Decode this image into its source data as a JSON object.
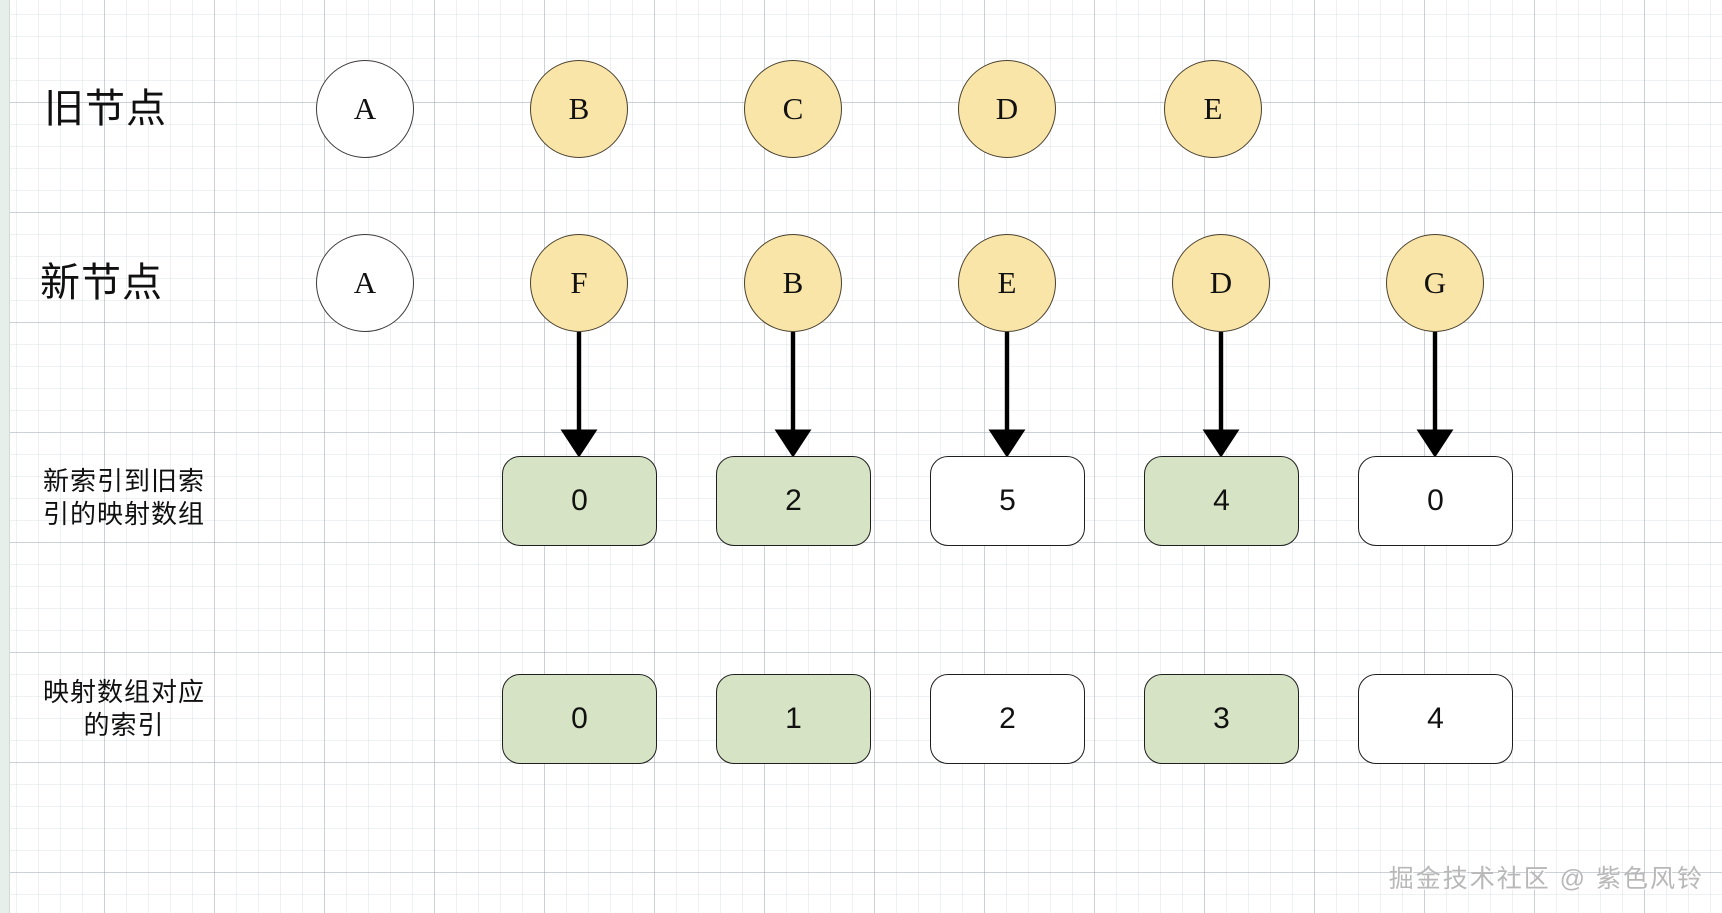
{
  "diagram": {
    "title": "Vue diff algorithm: new-to-old index mapping array",
    "colors": {
      "node_fill": "#fae5a8",
      "node_empty": "#ffffff",
      "cell_green": "#d6e3c4",
      "cell_white": "#ffffff",
      "stroke": "#1f1f1f",
      "grid": "#c3ccd4",
      "gutter": "#e6efe9",
      "watermark": "#b8b8b8"
    },
    "rows": [
      {
        "key": "old-nodes",
        "label": "旧节点",
        "label_size": "big",
        "type": "circles",
        "items": [
          {
            "text": "A",
            "filled": false
          },
          {
            "text": "B",
            "filled": true
          },
          {
            "text": "C",
            "filled": true
          },
          {
            "text": "D",
            "filled": true
          },
          {
            "text": "E",
            "filled": true
          }
        ]
      },
      {
        "key": "new-nodes",
        "label": "新节点",
        "label_size": "big",
        "type": "circles",
        "items": [
          {
            "text": "A",
            "filled": false
          },
          {
            "text": "F",
            "filled": true
          },
          {
            "text": "B",
            "filled": true
          },
          {
            "text": "E",
            "filled": true
          },
          {
            "text": "D",
            "filled": true
          },
          {
            "text": "G",
            "filled": true
          }
        ]
      },
      {
        "key": "mapping-array",
        "label": "新索引到旧索\n引的映射数组",
        "label_size": "small",
        "type": "cells",
        "items": [
          {
            "text": "0",
            "green": true
          },
          {
            "text": "2",
            "green": true
          },
          {
            "text": "5",
            "green": false
          },
          {
            "text": "4",
            "green": true
          },
          {
            "text": "0",
            "green": false
          }
        ]
      },
      {
        "key": "array-index",
        "label": "映射数组对应\n的索引",
        "label_size": "small",
        "type": "cells",
        "items": [
          {
            "text": "0",
            "green": true
          },
          {
            "text": "1",
            "green": true
          },
          {
            "text": "2",
            "green": false
          },
          {
            "text": "3",
            "green": true
          },
          {
            "text": "4",
            "green": false
          }
        ]
      }
    ],
    "arrows": [
      {
        "from": "F",
        "to": "0"
      },
      {
        "from": "B",
        "to": "2"
      },
      {
        "from": "E",
        "to": "5"
      },
      {
        "from": "D",
        "to": "4"
      },
      {
        "from": "G",
        "to": "0"
      }
    ],
    "watermark": "掘金技术社区 @ 紫色风铃"
  }
}
